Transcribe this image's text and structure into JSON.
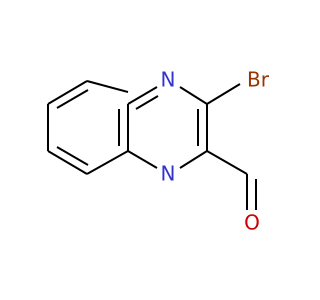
{
  "molecule": {
    "atoms": [
      {
        "id": "n1",
        "symbol": "N",
        "color": "#3333cc"
      },
      {
        "id": "n4",
        "symbol": "N",
        "color": "#3333cc"
      },
      {
        "id": "br",
        "symbol": "Br",
        "color": "#993300"
      },
      {
        "id": "o",
        "symbol": "O",
        "color": "#cc0000"
      }
    ],
    "bond_color": "#000000"
  }
}
